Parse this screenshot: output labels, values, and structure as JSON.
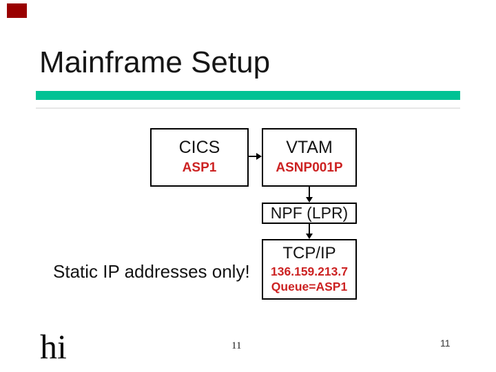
{
  "slide": {
    "title": "Mainframe Setup",
    "note": "Static IP addresses only!",
    "footer_left": "hi",
    "page_number_center": "11",
    "page_number_right": "11"
  },
  "diagram": {
    "cics": {
      "label": "CICS",
      "sublabel": "ASP1"
    },
    "vtam": {
      "label": "VTAM",
      "sublabel": "ASNP001P"
    },
    "npf": {
      "label": "NPF (LPR)"
    },
    "tcpip": {
      "label": "TCP/IP",
      "ip": "136.159.213.7",
      "queue": "Queue=ASP1"
    }
  },
  "colors": {
    "accent_bar": "#00C294",
    "red_text": "#CC2222",
    "corner_mark": "#990000"
  }
}
